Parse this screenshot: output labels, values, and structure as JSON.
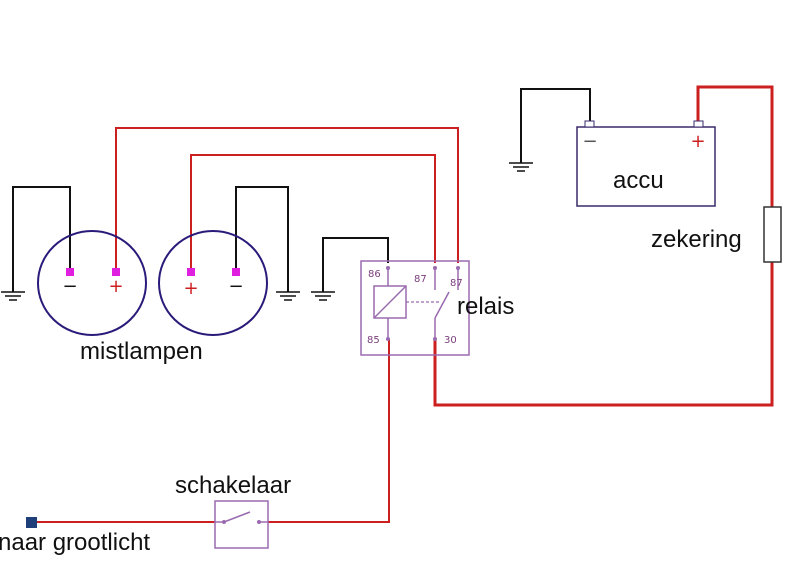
{
  "labels": {
    "mistlampen": "mistlampen",
    "relais": "relais",
    "accu": "accu",
    "zekering": "zekering",
    "schakelaar": "schakelaar",
    "naar_grootlicht": "naar grootlicht"
  },
  "pins": {
    "p86": "86",
    "p87": "87",
    "p87b": "87",
    "p85": "85",
    "p30": "30"
  },
  "signs": {
    "minus": "−",
    "plus": "+"
  },
  "colors": {
    "positive_wire": "#cc1f1f",
    "ground_wire": "#111111",
    "lamp_outline": "#2a1a7a",
    "terminal": "#e020e0",
    "relay_outline": "#9a6ab0",
    "battery_outline": "#3a2a6a"
  }
}
